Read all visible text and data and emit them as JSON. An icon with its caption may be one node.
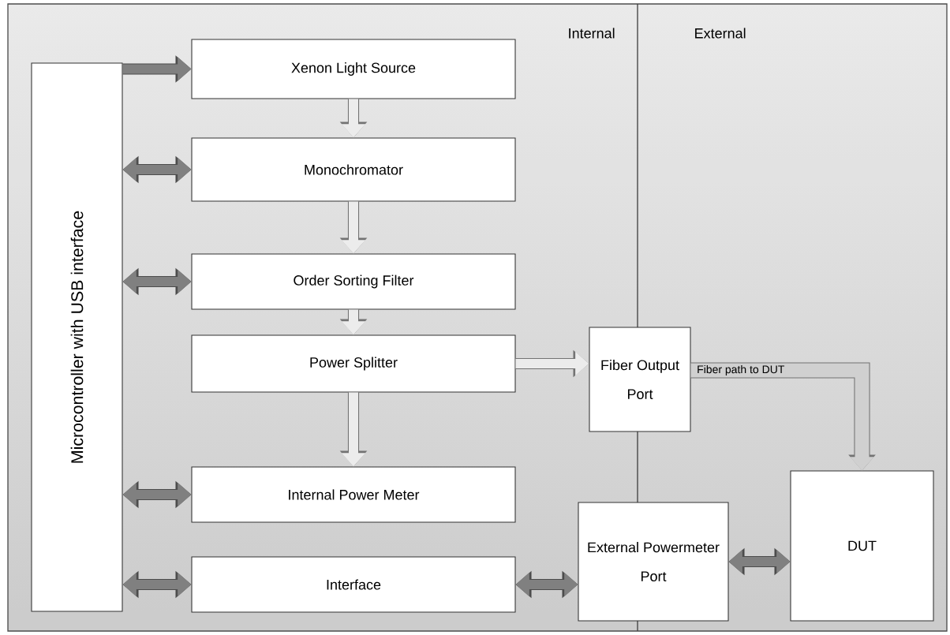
{
  "diagram": {
    "nodes": [
      {
        "text": [
          "Microcontroller with USB interface"
        ]
      },
      {
        "text": [
          "Xenon Light Source"
        ]
      },
      {
        "text": [
          "Monochromator"
        ]
      },
      {
        "text": [
          "Order Sorting Filter"
        ]
      },
      {
        "text": [
          "Power Splitter"
        ]
      },
      {
        "text": [
          "Internal Power Meter"
        ]
      },
      {
        "text": [
          "Interface"
        ]
      },
      {
        "text": [
          "Fiber Output Port"
        ]
      },
      {
        "text": [
          "External Powermeter Port"
        ]
      },
      {
        "text": [
          "DUT"
        ]
      }
    ],
    "edges": [
      {
        "from": 0,
        "to": 1,
        "arrow": "to"
      },
      {
        "from": 1,
        "to": 2,
        "arrow": "to",
        "color": "#ececec"
      },
      {
        "from": 0,
        "to": 2,
        "arrow": "both"
      },
      {
        "from": 2,
        "to": 3,
        "arrow": "to",
        "color": "#ececec"
      },
      {
        "from": 0,
        "to": 3,
        "arrow": "both"
      },
      {
        "from": 3,
        "to": 4,
        "arrow": "to",
        "color": "#ececec"
      },
      {
        "from": 4,
        "to": 7,
        "arrow": "to",
        "color": "#ececec"
      },
      {
        "from": 4,
        "to": 5,
        "arrow": "to",
        "color": "#ececec"
      },
      {
        "from": 0,
        "to": 5,
        "arrow": "both"
      },
      {
        "from": 0,
        "to": 6,
        "arrow": "both"
      },
      {
        "from": 6,
        "to": 8,
        "arrow": "both"
      },
      {
        "from": 8,
        "to": 9,
        "arrow": "both"
      },
      {
        "from": 7,
        "to": 9,
        "arrow": "to",
        "label": "Fiber path to DUT",
        "color": "#d0d0d0"
      }
    ],
    "labels": [
      "Internal",
      "External"
    ]
  }
}
